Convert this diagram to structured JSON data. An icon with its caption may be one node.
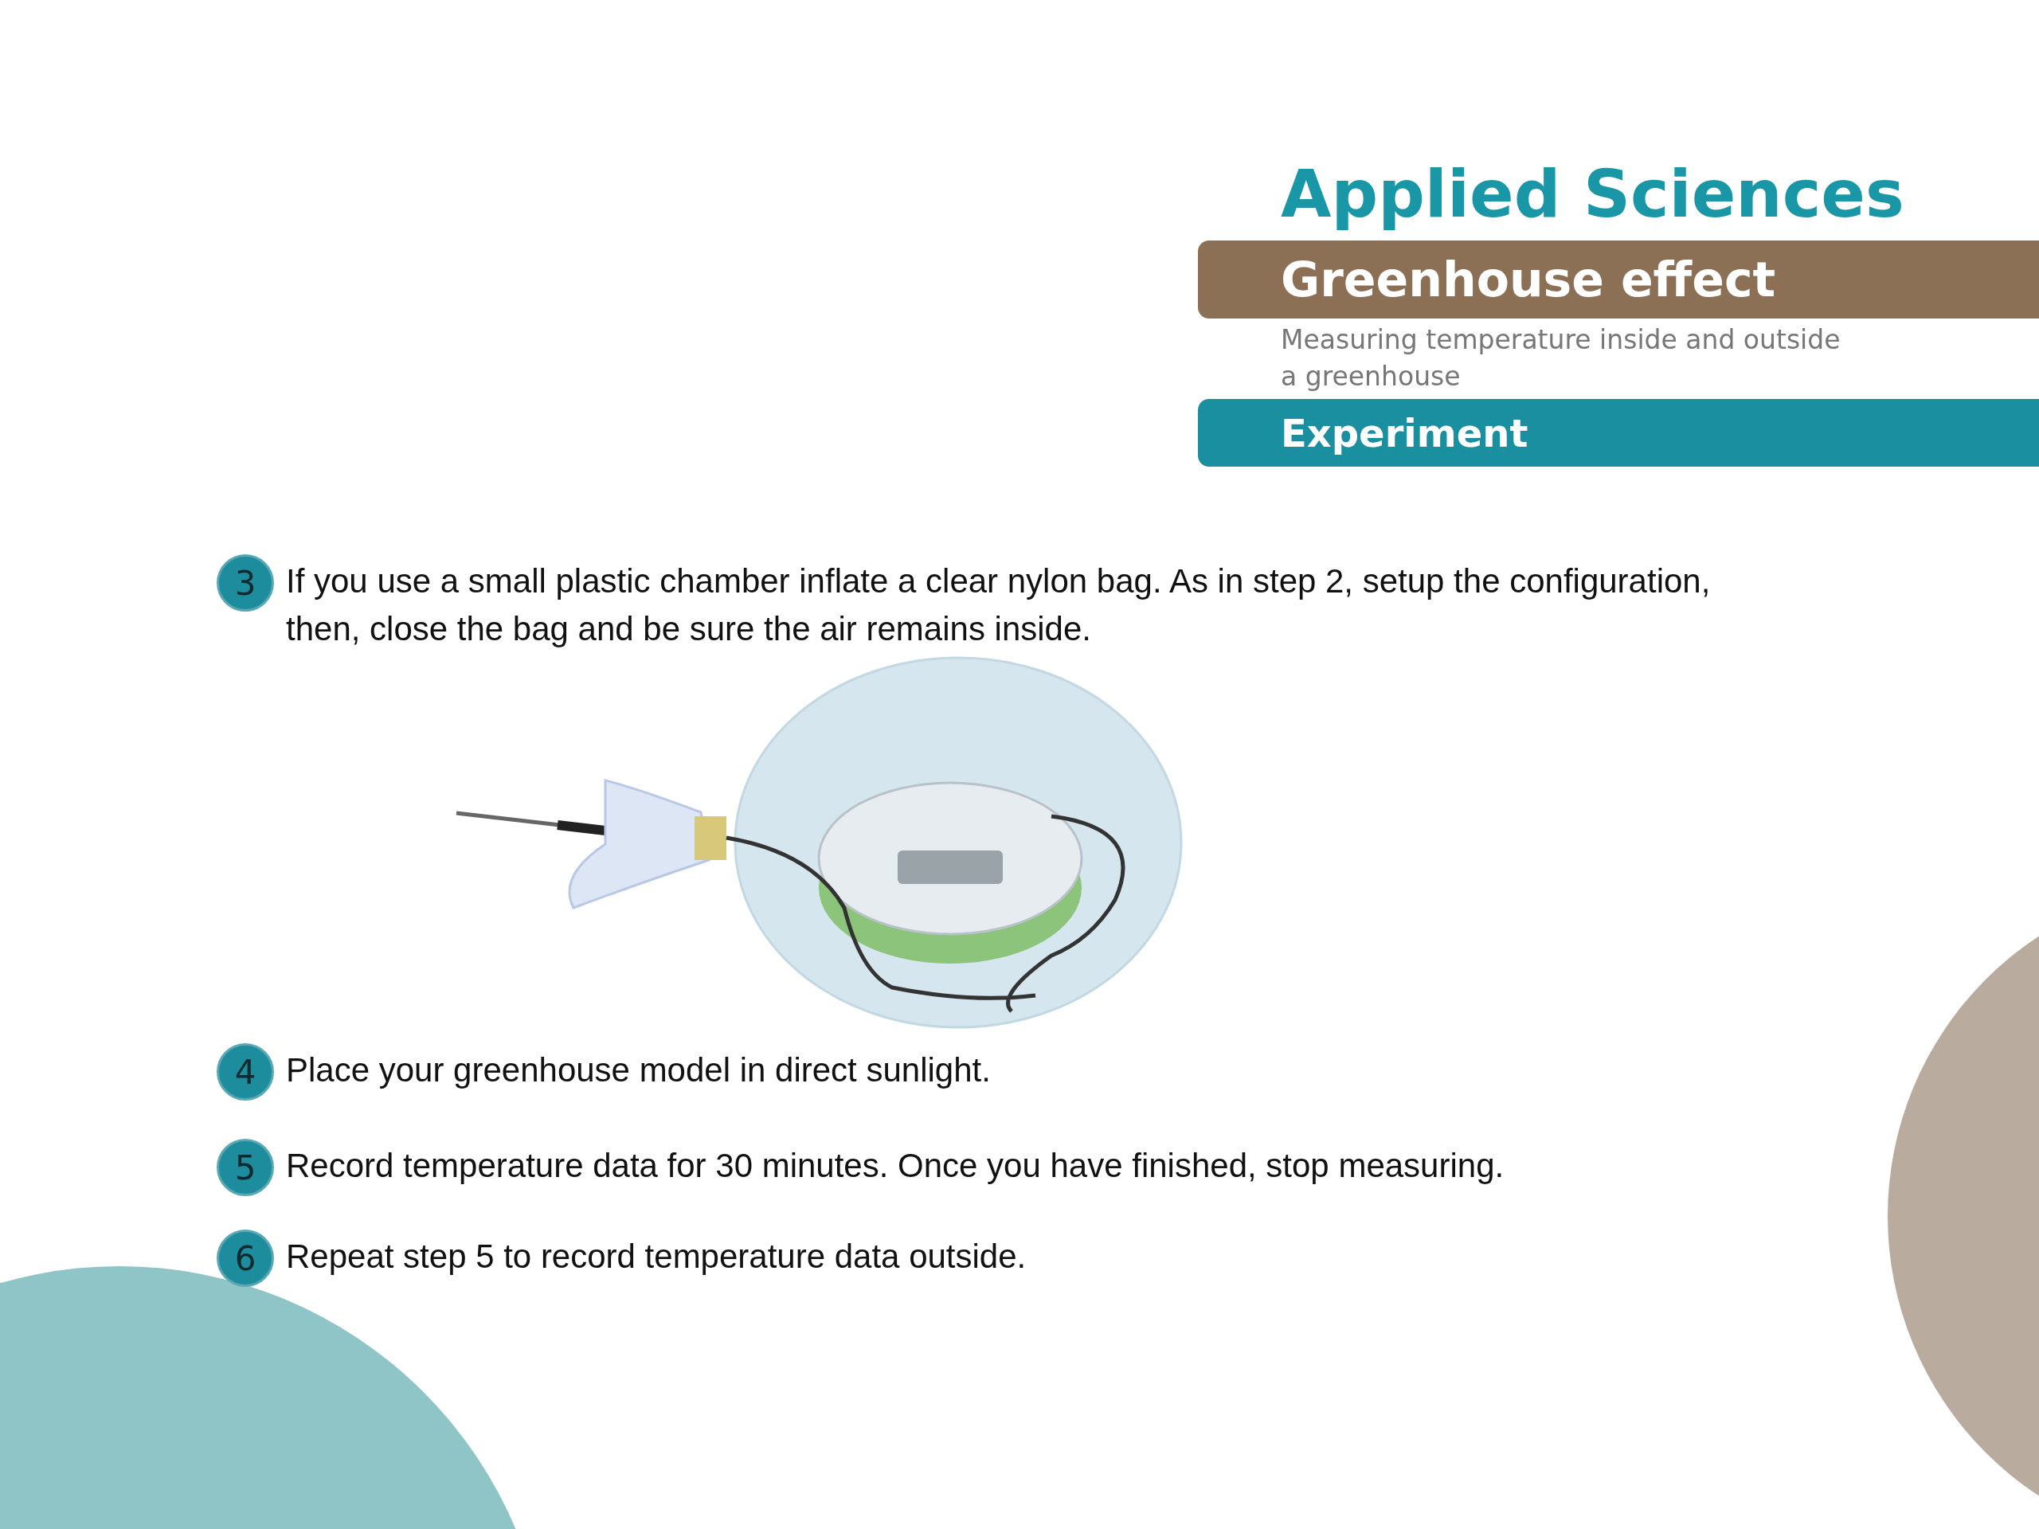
{
  "diagram": {
    "title": "Applied Sciences",
    "nodes": [
      {
        "text": [
          "Greenhouse effect"
        ]
      },
      {
        "text": [
          "Experiment"
        ]
      },
      {
        "text": [
          "3"
        ],
        "beside": [
          "If you use a small plastic chamber inflate a clear nylon bag. As in step 2, setup the configuration, then, close the bag and be sure the air remains inside."
        ]
      },
      {
        "text": [
          "4"
        ],
        "beside": [
          "Place your greenhouse model in direct sunlight."
        ]
      },
      {
        "text": [
          "5"
        ],
        "beside": [
          "Record temperature data for 30 minutes. Once you have finished, stop measuring."
        ]
      },
      {
        "text": [
          "6"
        ],
        "beside": [
          "Repeat step 5 to record temperature data outside."
        ]
      }
    ],
    "edges": [],
    "labels": [
      "Measuring temperature inside and outside a greenhouse"
    ]
  }
}
